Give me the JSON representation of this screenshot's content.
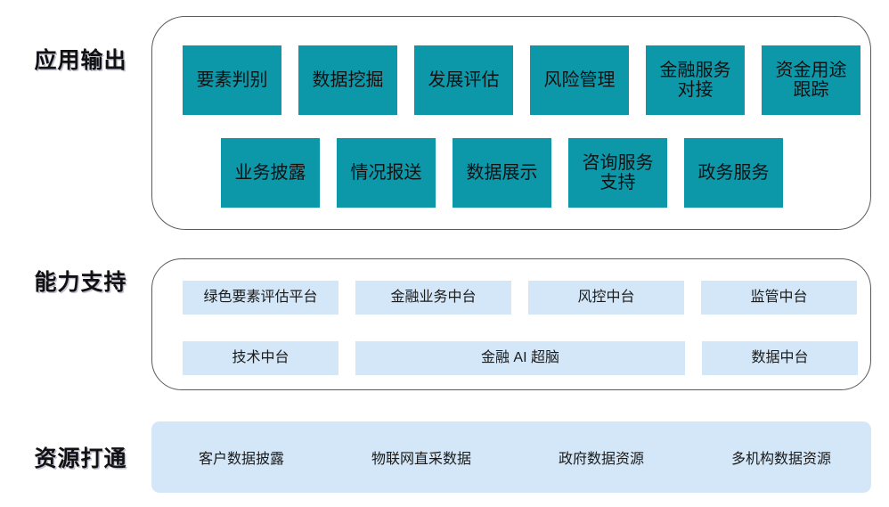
{
  "diagram": {
    "title_labels": {
      "application_output": "应用输出",
      "capability_support": "能力支持",
      "resource_integration": "资源打通"
    },
    "colors": {
      "teal_box": "#0d98aa",
      "light_blue_box": "#d4e7f8",
      "panel_border": "#5a5a5a",
      "background": "#ffffff",
      "text": "#1a1a1a"
    },
    "application_output": {
      "row1": [
        {
          "label": "要素判别"
        },
        {
          "label": "数据挖掘"
        },
        {
          "label": "发展评估"
        },
        {
          "label": "风险管理"
        },
        {
          "label": "金融服务\n对接"
        },
        {
          "label": "资金用途\n跟踪"
        }
      ],
      "row2": [
        {
          "label": "业务披露"
        },
        {
          "label": "情况报送"
        },
        {
          "label": "数据展示"
        },
        {
          "label": "咨询服务\n支持"
        },
        {
          "label": "政务服务"
        }
      ]
    },
    "capability_support": {
      "row1": [
        {
          "label": "绿色要素评估平台"
        },
        {
          "label": "金融业务中台"
        },
        {
          "label": "风控中台"
        },
        {
          "label": "监管中台"
        }
      ],
      "row2": [
        {
          "label": "技术中台"
        },
        {
          "label": "金融 AI 超脑"
        },
        {
          "label": "数据中台"
        }
      ]
    },
    "resource_integration": {
      "items": [
        {
          "label": "客户数据披露"
        },
        {
          "label": "物联网直采数据"
        },
        {
          "label": "政府数据资源"
        },
        {
          "label": "多机构数据资源"
        }
      ]
    }
  }
}
